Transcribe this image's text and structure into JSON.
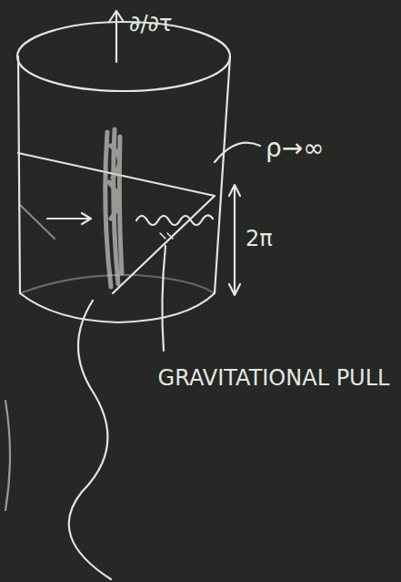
{
  "diagram": {
    "labels": [
      "∂/∂τ",
      "ρ→∞",
      "2π",
      "GRAVITATIONAL PULL"
    ]
  }
}
